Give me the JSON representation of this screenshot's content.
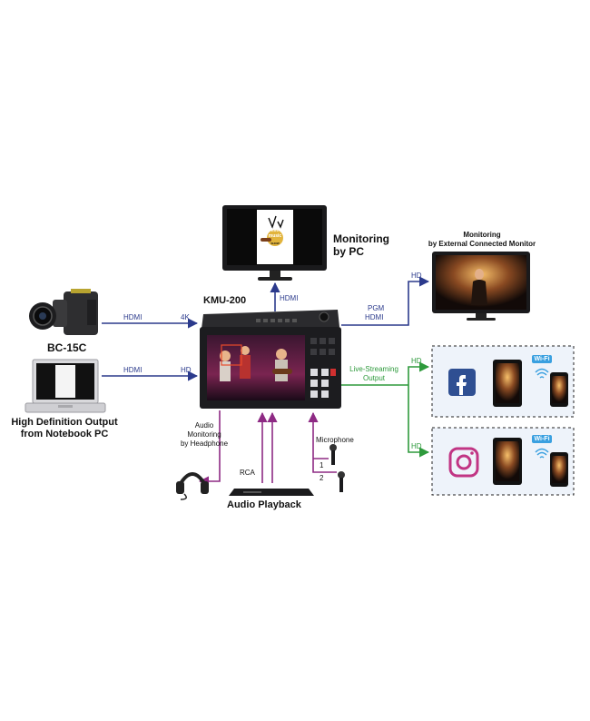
{
  "devices": {
    "camera_name": "BC-15C",
    "notebook_name_line1": "High Definition Output",
    "notebook_name_line2": "from Notebook PC",
    "main_unit_name": "KMU-200",
    "monitor_pc_line1": "Monitoring",
    "monitor_pc_line2": "by PC",
    "ext_monitor_line1": "Monitoring",
    "ext_monitor_line2": "by External Connected Monitor",
    "audio_playback": "Audio Playback",
    "screen_badge_line1": "live",
    "screen_badge_line2": "music",
    "screen_badge_line3": "SHOW"
  },
  "connections": {
    "camera_hdmi": "HDMI",
    "camera_res": "4K",
    "notebook_hdmi": "HDMI",
    "notebook_res": "HD",
    "pc_hdmi": "HDMI",
    "pgm_line1": "PGM",
    "pgm_line2": "HDMI",
    "ext_hd": "HD",
    "stream_line1": "Live-Streaming",
    "stream_line2": "Output",
    "facebook_hd": "HD",
    "instagram_hd": "HD",
    "audio_mon_line1": "Audio",
    "audio_mon_line2": "Monitoring",
    "audio_mon_line3": "by Headphone",
    "rca": "RCA",
    "microphone": "Microphone",
    "mic1": "1",
    "mic2": "2",
    "wifi": "Wi-Fi"
  },
  "colors": {
    "hdmi_line": "#2b3a8c",
    "stream_line": "#2e9a3c",
    "audio_line": "#8e2a84"
  }
}
